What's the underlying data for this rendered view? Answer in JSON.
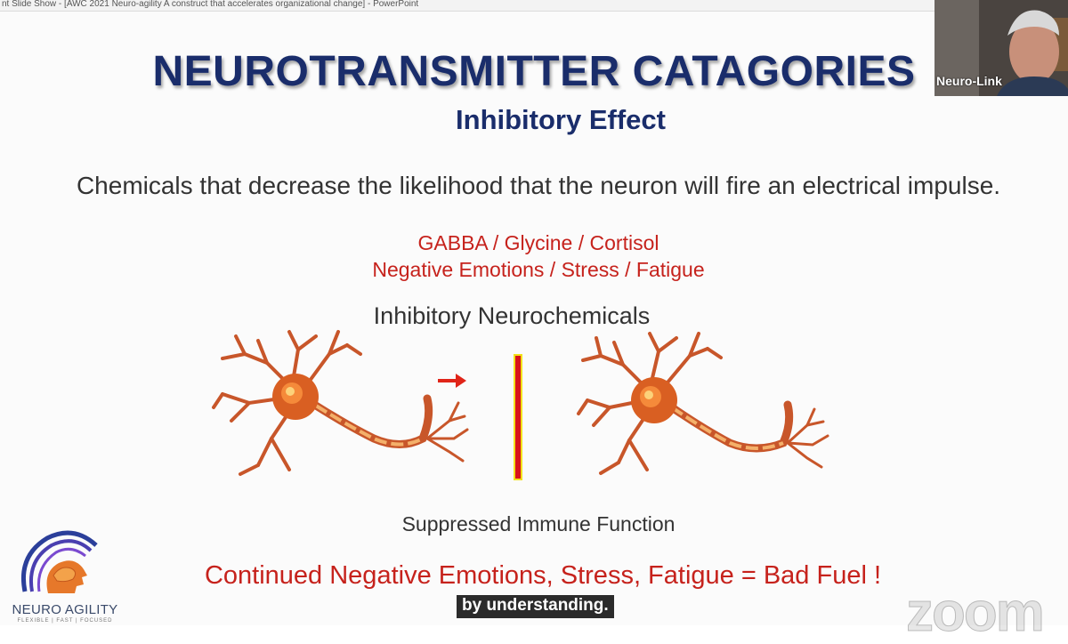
{
  "window": {
    "title": "nt Slide Show - [AWC 2021 Neuro-agility A construct that accelerates organizational change] - PowerPoint"
  },
  "slide": {
    "title": "NEUROTRANSMITTER CATAGORIES",
    "subtitle": "Inhibitory Effect",
    "description": "Chemicals that decrease the likelihood that the neuron will fire an electrical impulse.",
    "chemicals_line1": "GABBA / Glycine / Cortisol",
    "chemicals_line2": "Negative Emotions / Stress / Fatigue",
    "neurochemicals_label": "Inhibitory Neurochemicals",
    "immune_label": "Suppressed Immune Function",
    "bad_fuel": "Continued Negative Emotions, Stress, Fatigue = Bad Fuel !"
  },
  "logo": {
    "name": "NEURO AGILITY",
    "tagline": "FLEXIBLE | FAST | FOCUSED"
  },
  "caption": {
    "text": "by understanding."
  },
  "video": {
    "participant_name": "Neuro-Link"
  },
  "watermark": {
    "text": "zoom"
  },
  "colors": {
    "title": "#1a2d6b",
    "red_text": "#c6221c",
    "neuron": "#c8562a",
    "barrier": "#d8131b",
    "barrier_border": "#f2e11a"
  },
  "icons": {
    "arrow": "right-arrow-icon",
    "neuron": "neuron-illustration"
  }
}
